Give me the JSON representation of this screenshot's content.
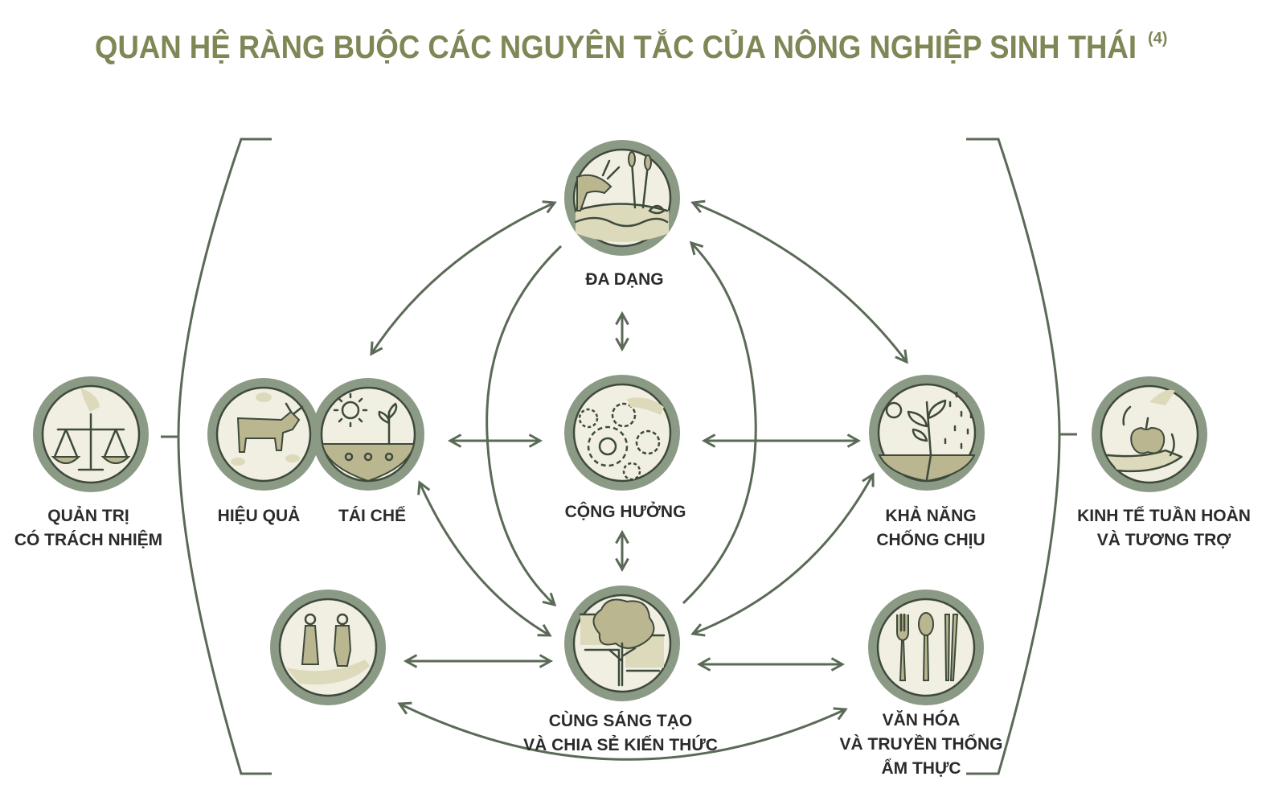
{
  "title": "QUAN HỆ RÀNG BUỘC CÁC NGUYÊN TẮC CỦA NÔNG NGHIỆP SINH THÁI",
  "title_ref": "(4)",
  "colors": {
    "title": "#7f8756",
    "ring": "#8b9a84",
    "arrow": "#5b6a57",
    "fill": "#f0efe2"
  },
  "principles": {
    "da_dang": {
      "label": "ĐA DẠNG",
      "icon": "biodiversity-icon"
    },
    "quan_tri": {
      "line1": "QUẢN TRỊ",
      "line2": "CÓ TRÁCH NHIỆM",
      "icon": "scales-icon"
    },
    "hieu_qua": {
      "label": "HIỆU QUẢ",
      "icon": "cow-icon"
    },
    "tai_che": {
      "label": "TÁI CHẾ",
      "icon": "sun-plants-icon"
    },
    "cong_huong": {
      "label": "CỘNG HƯỞNG",
      "icon": "gears-icon"
    },
    "kha_nang": {
      "line1": "KHẢ NĂNG",
      "line2": "CHỐNG CHỊU",
      "icon": "plant-rain-icon"
    },
    "kinh_te": {
      "line1": "KINH TẾ TUẦN HOÀN",
      "line2": "VÀ TƯƠNG TRỢ",
      "icon": "apple-hand-icon"
    },
    "cong_bang": {
      "icon": "people-hand-icon"
    },
    "cung_sang_tao": {
      "line1": "CÙNG SÁNG TẠO",
      "line2": "VÀ CHIA SẺ KIẾN THỨC",
      "icon": "tree-icon"
    },
    "van_hoa": {
      "line1": "VĂN HÓA",
      "line2": "VÀ TRUYỀN THỐNG",
      "line3": "ẨM THỰC",
      "icon": "utensils-icon"
    }
  }
}
